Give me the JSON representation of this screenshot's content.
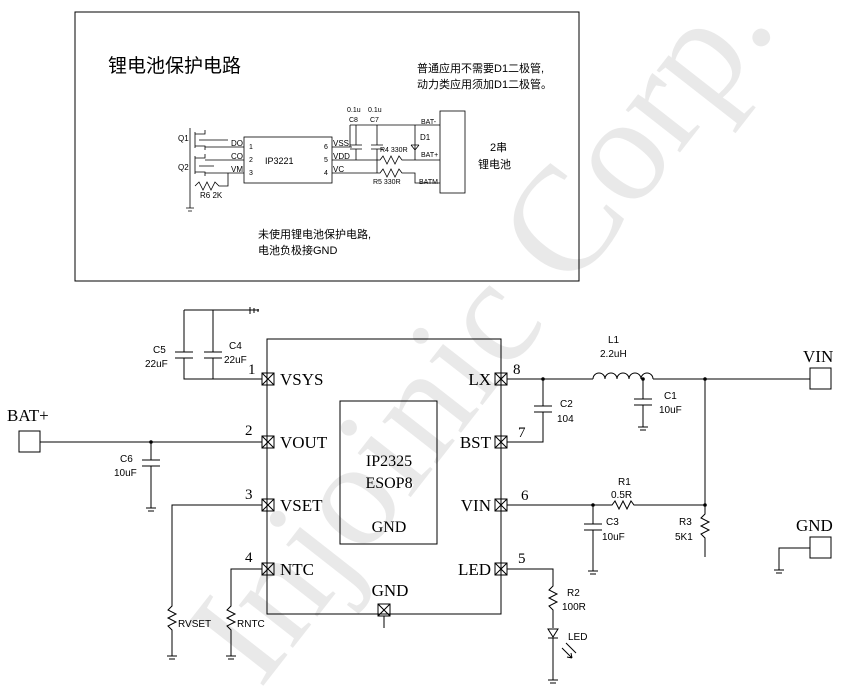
{
  "watermark": "Injoinic Corp.",
  "inset": {
    "title": "锂电池保护电路",
    "note_top_1": "普通应用不需要D1二极管,",
    "note_top_2": "动力类应用须加D1二极管。",
    "note_bottom_1": "未使用锂电池保护电路,",
    "note_bottom_2": "电池负极接GND",
    "ic_name": "IP3221",
    "pins_left": [
      {
        "name": "DO",
        "num": "1"
      },
      {
        "name": "CO",
        "num": "2"
      },
      {
        "name": "VM",
        "num": "3"
      }
    ],
    "pins_right": [
      {
        "name": "VSS",
        "num": "6"
      },
      {
        "name": "VDD",
        "num": "5"
      },
      {
        "name": "VC",
        "num": "4"
      }
    ],
    "q1": "Q1",
    "q2": "Q2",
    "r6": "R6  2K",
    "c8_value": "0.1u",
    "c8_name": "C8",
    "c7_value": "0.1u",
    "c7_name": "C7",
    "r4": "R4  330R",
    "r5": "R5  330R",
    "d1": "D1",
    "bat_minus": "BAT-",
    "bat_plus": "BAT+",
    "batm": "BATM",
    "battery_1": "2串",
    "battery_2": "锂电池"
  },
  "main": {
    "ic_name": "IP2325",
    "ic_package": "ESOP8",
    "ic_gnd": "GND",
    "pins": {
      "p1_num": "1",
      "p1_name": "VSYS",
      "p2_num": "2",
      "p2_name": "VOUT",
      "p3_num": "3",
      "p3_name": "VSET",
      "p4_num": "4",
      "p4_name": "NTC",
      "p5_num": "5",
      "p5_name": "LED",
      "p6_num": "6",
      "p6_name": "VIN",
      "p7_num": "7",
      "p7_name": "BST",
      "p8_num": "8",
      "p8_name": "LX",
      "gnd_name": "GND"
    },
    "components": {
      "c5_name": "C5",
      "c5_value": "22uF",
      "c4_name": "C4",
      "c4_value": "22uF",
      "c6_name": "C6",
      "c6_value": "10uF",
      "c2_name": "C2",
      "c2_value": "104",
      "c1_name": "C1",
      "c1_value": "10uF",
      "c3_name": "C3",
      "c3_value": "10uF",
      "l1_name": "L1",
      "l1_value": "2.2uH",
      "r1_name": "R1",
      "r1_value": "0.5R",
      "r3_name": "R3",
      "r3_value": "5K1",
      "r2_name": "R2",
      "r2_value": "100R",
      "rvset": "RVSET",
      "rntc": "RNTC",
      "led": "LED"
    },
    "terminals": {
      "bat_plus": "BAT+",
      "vin": "VIN",
      "gnd": "GND"
    }
  }
}
